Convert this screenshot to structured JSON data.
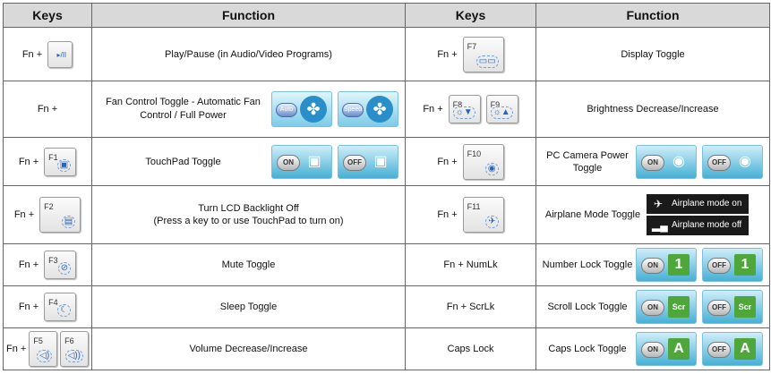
{
  "headers": [
    "Keys",
    "Function",
    "Keys",
    "Function"
  ],
  "fn_prefix": "Fn +",
  "rows": [
    {
      "left_key": "",
      "left_icon": "▸/II",
      "left_fn": "Play/Pause (in Audio/Video Programs)",
      "right_key": "F7",
      "right_icon": "▭▭",
      "right_fn": "Display Toggle"
    },
    {
      "left_fn": "Fan Control Toggle - Automatic Fan Control / Full Power",
      "fan_labels": [
        "Auto",
        "Speed"
      ],
      "right_keys": [
        {
          "label": "F8",
          "icon": "☼▼"
        },
        {
          "label": "F9",
          "icon": "☼▲"
        }
      ],
      "right_fn": "Brightness Decrease/Increase"
    },
    {
      "left_key": "F1",
      "left_icon": "▣",
      "left_fn": "TouchPad Toggle",
      "right_key": "F10",
      "right_icon": "◉",
      "right_fn": "PC Camera Power Toggle"
    },
    {
      "left_key": "F2",
      "left_icon": "▤",
      "left_fn": "Turn LCD Backlight Off",
      "left_fn2": "(Press a key to or use TouchPad to turn on)",
      "right_key": "F11",
      "right_icon": "✈",
      "right_fn": "Airplane Mode Toggle",
      "airplane": [
        "Airplane mode on",
        "Airplane mode off"
      ]
    },
    {
      "left_key": "F3",
      "left_icon": "⊘",
      "left_fn": "Mute Toggle",
      "right_keys_text": "Fn + NumLk",
      "right_fn": "Number Lock Toggle"
    },
    {
      "left_key": "F4",
      "left_icon": "☾",
      "left_fn": "Sleep Toggle",
      "right_keys_text": "Fn + ScrLk",
      "right_fn": "Scroll Lock Toggle"
    },
    {
      "left_keys": [
        {
          "label": "F5",
          "icon": "◁)"
        },
        {
          "label": "F6",
          "icon": "◁))"
        }
      ],
      "left_fn": "Volume Decrease/Increase",
      "right_keys_text": "Caps Lock",
      "right_fn": "Caps Lock Toggle"
    }
  ],
  "toggle": {
    "on": "ON",
    "off": "OFF"
  },
  "lock_symbols": {
    "num": "1",
    "scr": "Scr",
    "caps": "A"
  },
  "colors": {
    "header_bg": "#d9d9d9",
    "button_blue": "#46b0d6",
    "lock_green": "#4fa63a"
  }
}
